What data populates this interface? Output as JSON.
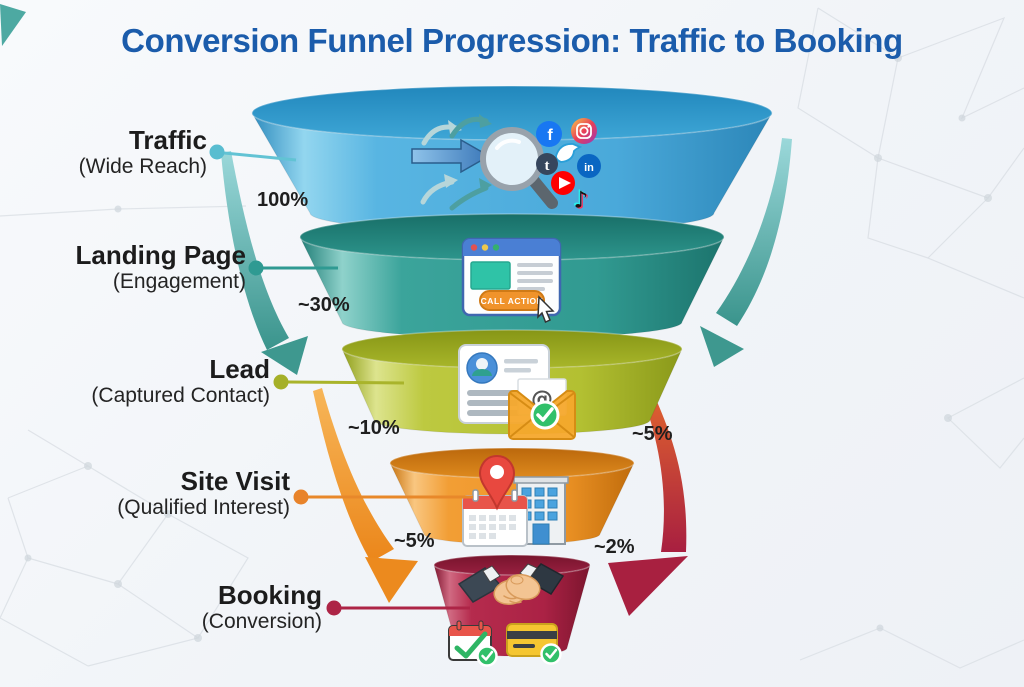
{
  "title": "Conversion Funnel Progression: Traffic to Booking",
  "stages": [
    {
      "name": "Traffic",
      "sub": "(Wide Reach)",
      "percent": "100%",
      "color": "#4FB0DE",
      "icons": [
        "inflow-arrows-icon",
        "magnifier-icon",
        "facebook-icon",
        "instagram-icon",
        "twitter-icon",
        "tumblr-icon",
        "linkedin-icon",
        "youtube-icon",
        "tiktok-icon"
      ]
    },
    {
      "name": "Landing Page",
      "sub": "(Engagement)",
      "percent": "~30%",
      "color": "#329A92",
      "icons": [
        "browser-window-icon",
        "cta-button",
        "cursor-icon"
      ],
      "cta_label": "CALL ACTION"
    },
    {
      "name": "Lead",
      "sub": "(Captured Contact)",
      "percent": "~10%",
      "color": "#B7C336",
      "icons": [
        "contact-card-icon",
        "email-at-icon",
        "check-icon"
      ],
      "email_symbol": "@"
    },
    {
      "name": "Site Visit",
      "sub": "(Qualified Interest)",
      "percent": "~5%",
      "color": "#F0982B",
      "icons": [
        "location-pin-icon",
        "calendar-icon",
        "building-icon"
      ]
    },
    {
      "name": "Booking",
      "sub": "(Conversion)",
      "percent": "~2%",
      "color": "#B02547",
      "icons": [
        "handshake-icon",
        "calendar-check-icon",
        "card-check-icon"
      ]
    }
  ],
  "percent_labels": {
    "left": [
      "100%",
      "~30%",
      "~10%",
      "~5%"
    ],
    "right": [
      "~5%",
      "~2%"
    ]
  },
  "social_glyphs": {
    "facebook": "f",
    "tumblr": "t",
    "linkedin": "in",
    "tiktok": "♪"
  },
  "palette": {
    "background": "#F2F5F8",
    "title": "#1B5CAB",
    "stage_colors": [
      "#4FB0DE",
      "#329A92",
      "#B7C336",
      "#F0982B",
      "#B02547"
    ],
    "arrow_teal": "#3E988F",
    "arrow_orange": "#EC8A1E",
    "arrow_red": "#B02442",
    "label_text": "#1C1C1C"
  }
}
